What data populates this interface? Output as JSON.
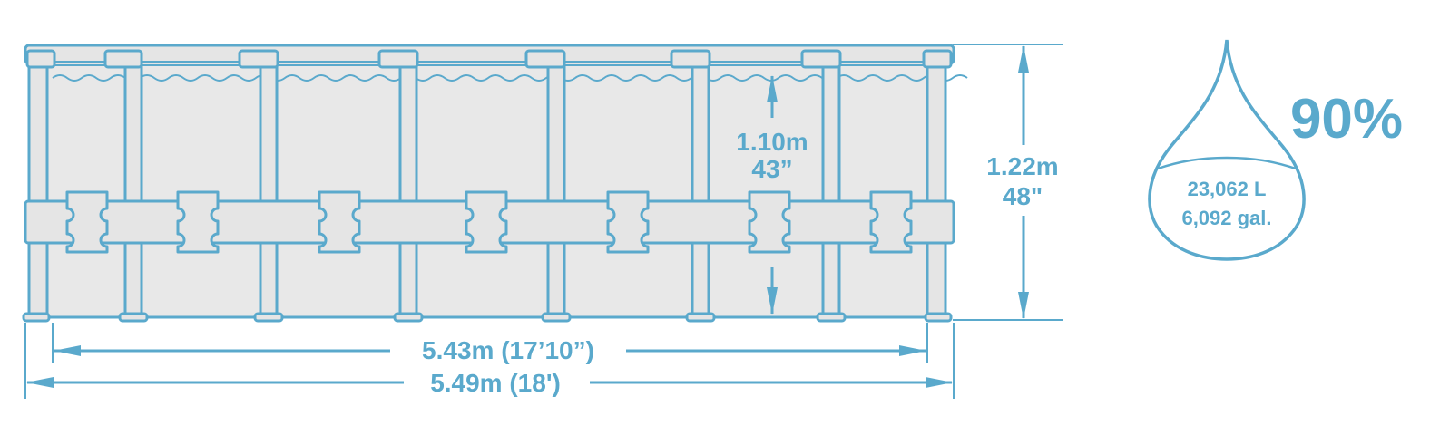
{
  "colors": {
    "stroke": "#5aa9cc",
    "fill": "#e5e5e5",
    "fill_light": "#ebebeb",
    "water_fill": "#ffffff",
    "text": "#5aa9cc"
  },
  "dimensions": {
    "water_depth_m": "1.10m",
    "water_depth_in": "43”",
    "wall_height_m": "1.22m",
    "wall_height_in": "48\"",
    "inner_length": "5.43m (17’10”)",
    "outer_length": "5.49m (18')"
  },
  "capacity": {
    "fill_percent": "90%",
    "liters": "23,062 L",
    "gallons": "6,092 gal."
  }
}
